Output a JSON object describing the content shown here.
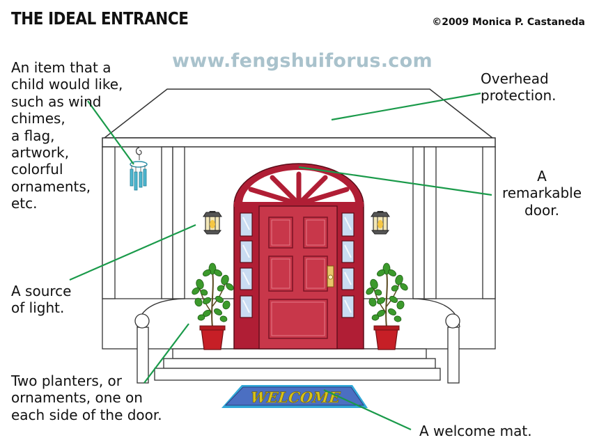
{
  "header": {
    "title": "THE IDEAL ENTRANCE",
    "copyright": "©2009 Monica P. Castaneda",
    "website": "www.fengshuiforus.com"
  },
  "labels": {
    "child_item": "An item that a\nchild would like,\nsuch as wind\nchimes,\na flag,\nartwork,\ncolorful\nornaments,\netc.",
    "overhead": "Overhead\nprotection.",
    "door": "A\nremarkable\ndoor.",
    "light": "A source\nof light.",
    "planters": "Two planters, or\nornaments, one on\neach side of the door.",
    "mat": "A welcome mat."
  },
  "mat_text": "WELCOME",
  "colors": {
    "door_red": "#c8374a",
    "frame_red": "#b01e35",
    "leader_green": "#1a9a4a",
    "mat_blue": "#4b6fc2",
    "mat_border": "#32a8d8",
    "mat_text": "#d8c21a",
    "url_gray_blue": "#a9c2cc",
    "glass": "#c9dcf2",
    "plant_green": "#3c9a2c"
  },
  "icons": [
    "wind-chime-icon",
    "lantern-icon",
    "planter-icon",
    "door-knob-icon"
  ]
}
